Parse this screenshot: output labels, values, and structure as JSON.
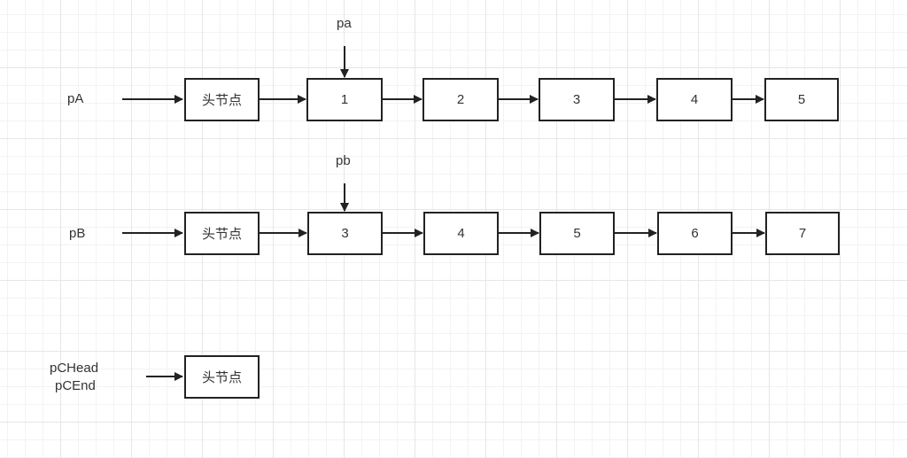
{
  "row_a": {
    "pointer": "pA",
    "marker": "pa",
    "nodes": [
      "头节点",
      "1",
      "2",
      "3",
      "4",
      "5"
    ]
  },
  "row_b": {
    "pointer": "pB",
    "marker": "pb",
    "nodes": [
      "头节点",
      "3",
      "4",
      "5",
      "6",
      "7"
    ]
  },
  "row_c": {
    "pointer_line1": "pCHead",
    "pointer_line2": "pCEnd",
    "nodes": [
      "头节点"
    ]
  },
  "colors": {
    "stroke": "#222222",
    "text": "#333333",
    "grid": "#e6e6e6"
  }
}
